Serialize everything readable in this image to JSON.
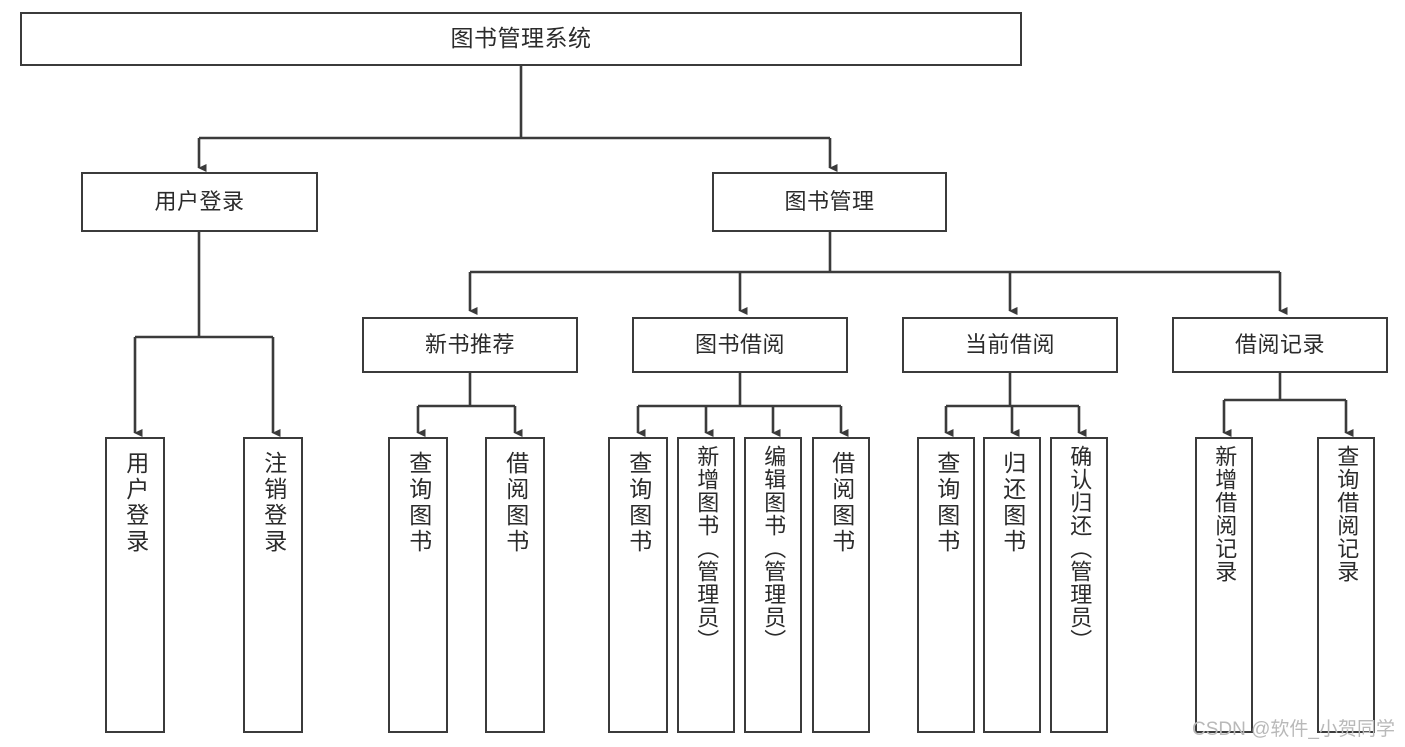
{
  "diagram": {
    "title": "图书管理系统",
    "type": "tree",
    "orientation": "top-down",
    "background_color": "#ffffff",
    "line_color": "#3b3b3b",
    "node_border_color": "#3b3b3b",
    "node_fill_color": "#ffffff",
    "text_color": "#2b2b2b"
  },
  "watermark": {
    "text": "CSDN @软件_小贺同学",
    "color": "#b9b9b9"
  },
  "nodes": {
    "root": {
      "label": "图书管理系统"
    },
    "level1": [
      {
        "label": "用户登录"
      },
      {
        "label": "图书管理"
      }
    ],
    "level2": [
      {
        "label": "新书推荐"
      },
      {
        "label": "图书借阅"
      },
      {
        "label": "当前借阅"
      },
      {
        "label": "借阅记录"
      }
    ],
    "leaves": {
      "user_login": [
        {
          "label": "用户登录"
        },
        {
          "label": "注销登录"
        }
      ],
      "new_book": [
        {
          "label": "查询图书"
        },
        {
          "label": "借阅图书"
        }
      ],
      "book_borrow": [
        {
          "label": "查询图书"
        },
        {
          "label": "新增图书（管理员）"
        },
        {
          "label": "编辑图书（管理员）"
        },
        {
          "label": "借阅图书"
        }
      ],
      "current_borrow": [
        {
          "label": "查询图书"
        },
        {
          "label": "归还图书"
        },
        {
          "label": "确认归还（管理员）"
        }
      ],
      "borrow_record": [
        {
          "label": "新增借阅记录"
        },
        {
          "label": "查询借阅记录"
        }
      ]
    }
  }
}
